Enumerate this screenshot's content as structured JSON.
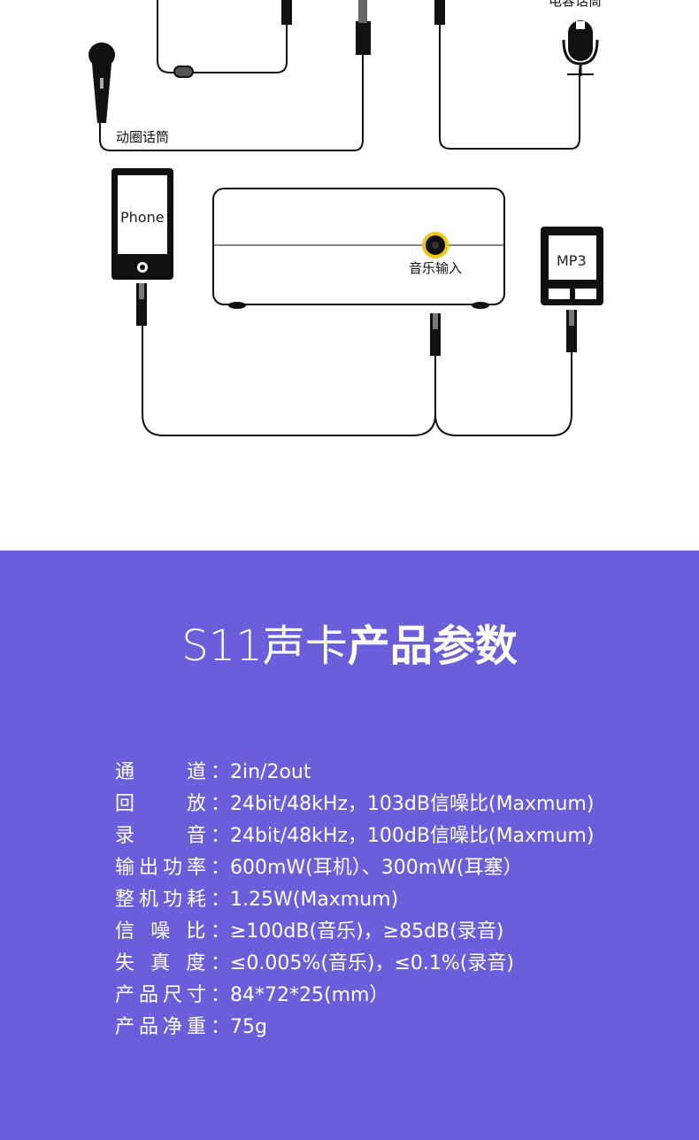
{
  "diagram": {
    "labels": {
      "condenser_mic": "电容话筒",
      "dynamic_mic": "动圈话筒",
      "phone": "Phone",
      "music_input": "音乐输入",
      "mp3": "MP3"
    }
  },
  "params": {
    "title_prefix": "S11声卡",
    "title_bold": "产品参数",
    "rows": [
      {
        "label": "通　　道：",
        "value": "2in/2out"
      },
      {
        "label": "回　　放：",
        "value": "24bit/48kHz，103dB信噪比(Maxmum)"
      },
      {
        "label": "录　　音：",
        "value": "24bit/48kHz，100dB信噪比(Maxmum)"
      },
      {
        "label": "输出功率：",
        "value": "600mW(耳机）、300mW(耳塞）"
      },
      {
        "label": "整机功耗：",
        "value": "1.25W(Maxmum)"
      },
      {
        "label": "信 噪 比：",
        "value": "≥100dB(音乐)，≥85dB(录音)"
      },
      {
        "label": "失 真 度：",
        "value": "≤0.005%(音乐)，≤0.1%(录音)"
      },
      {
        "label": "产品尺寸：",
        "value": "84*72*25(mm）"
      },
      {
        "label": "产品净重：",
        "value": "75g"
      }
    ],
    "colors": {
      "background": "#6b5edb",
      "text": "#ffffff",
      "accent_jack": "#f1c40f"
    }
  }
}
